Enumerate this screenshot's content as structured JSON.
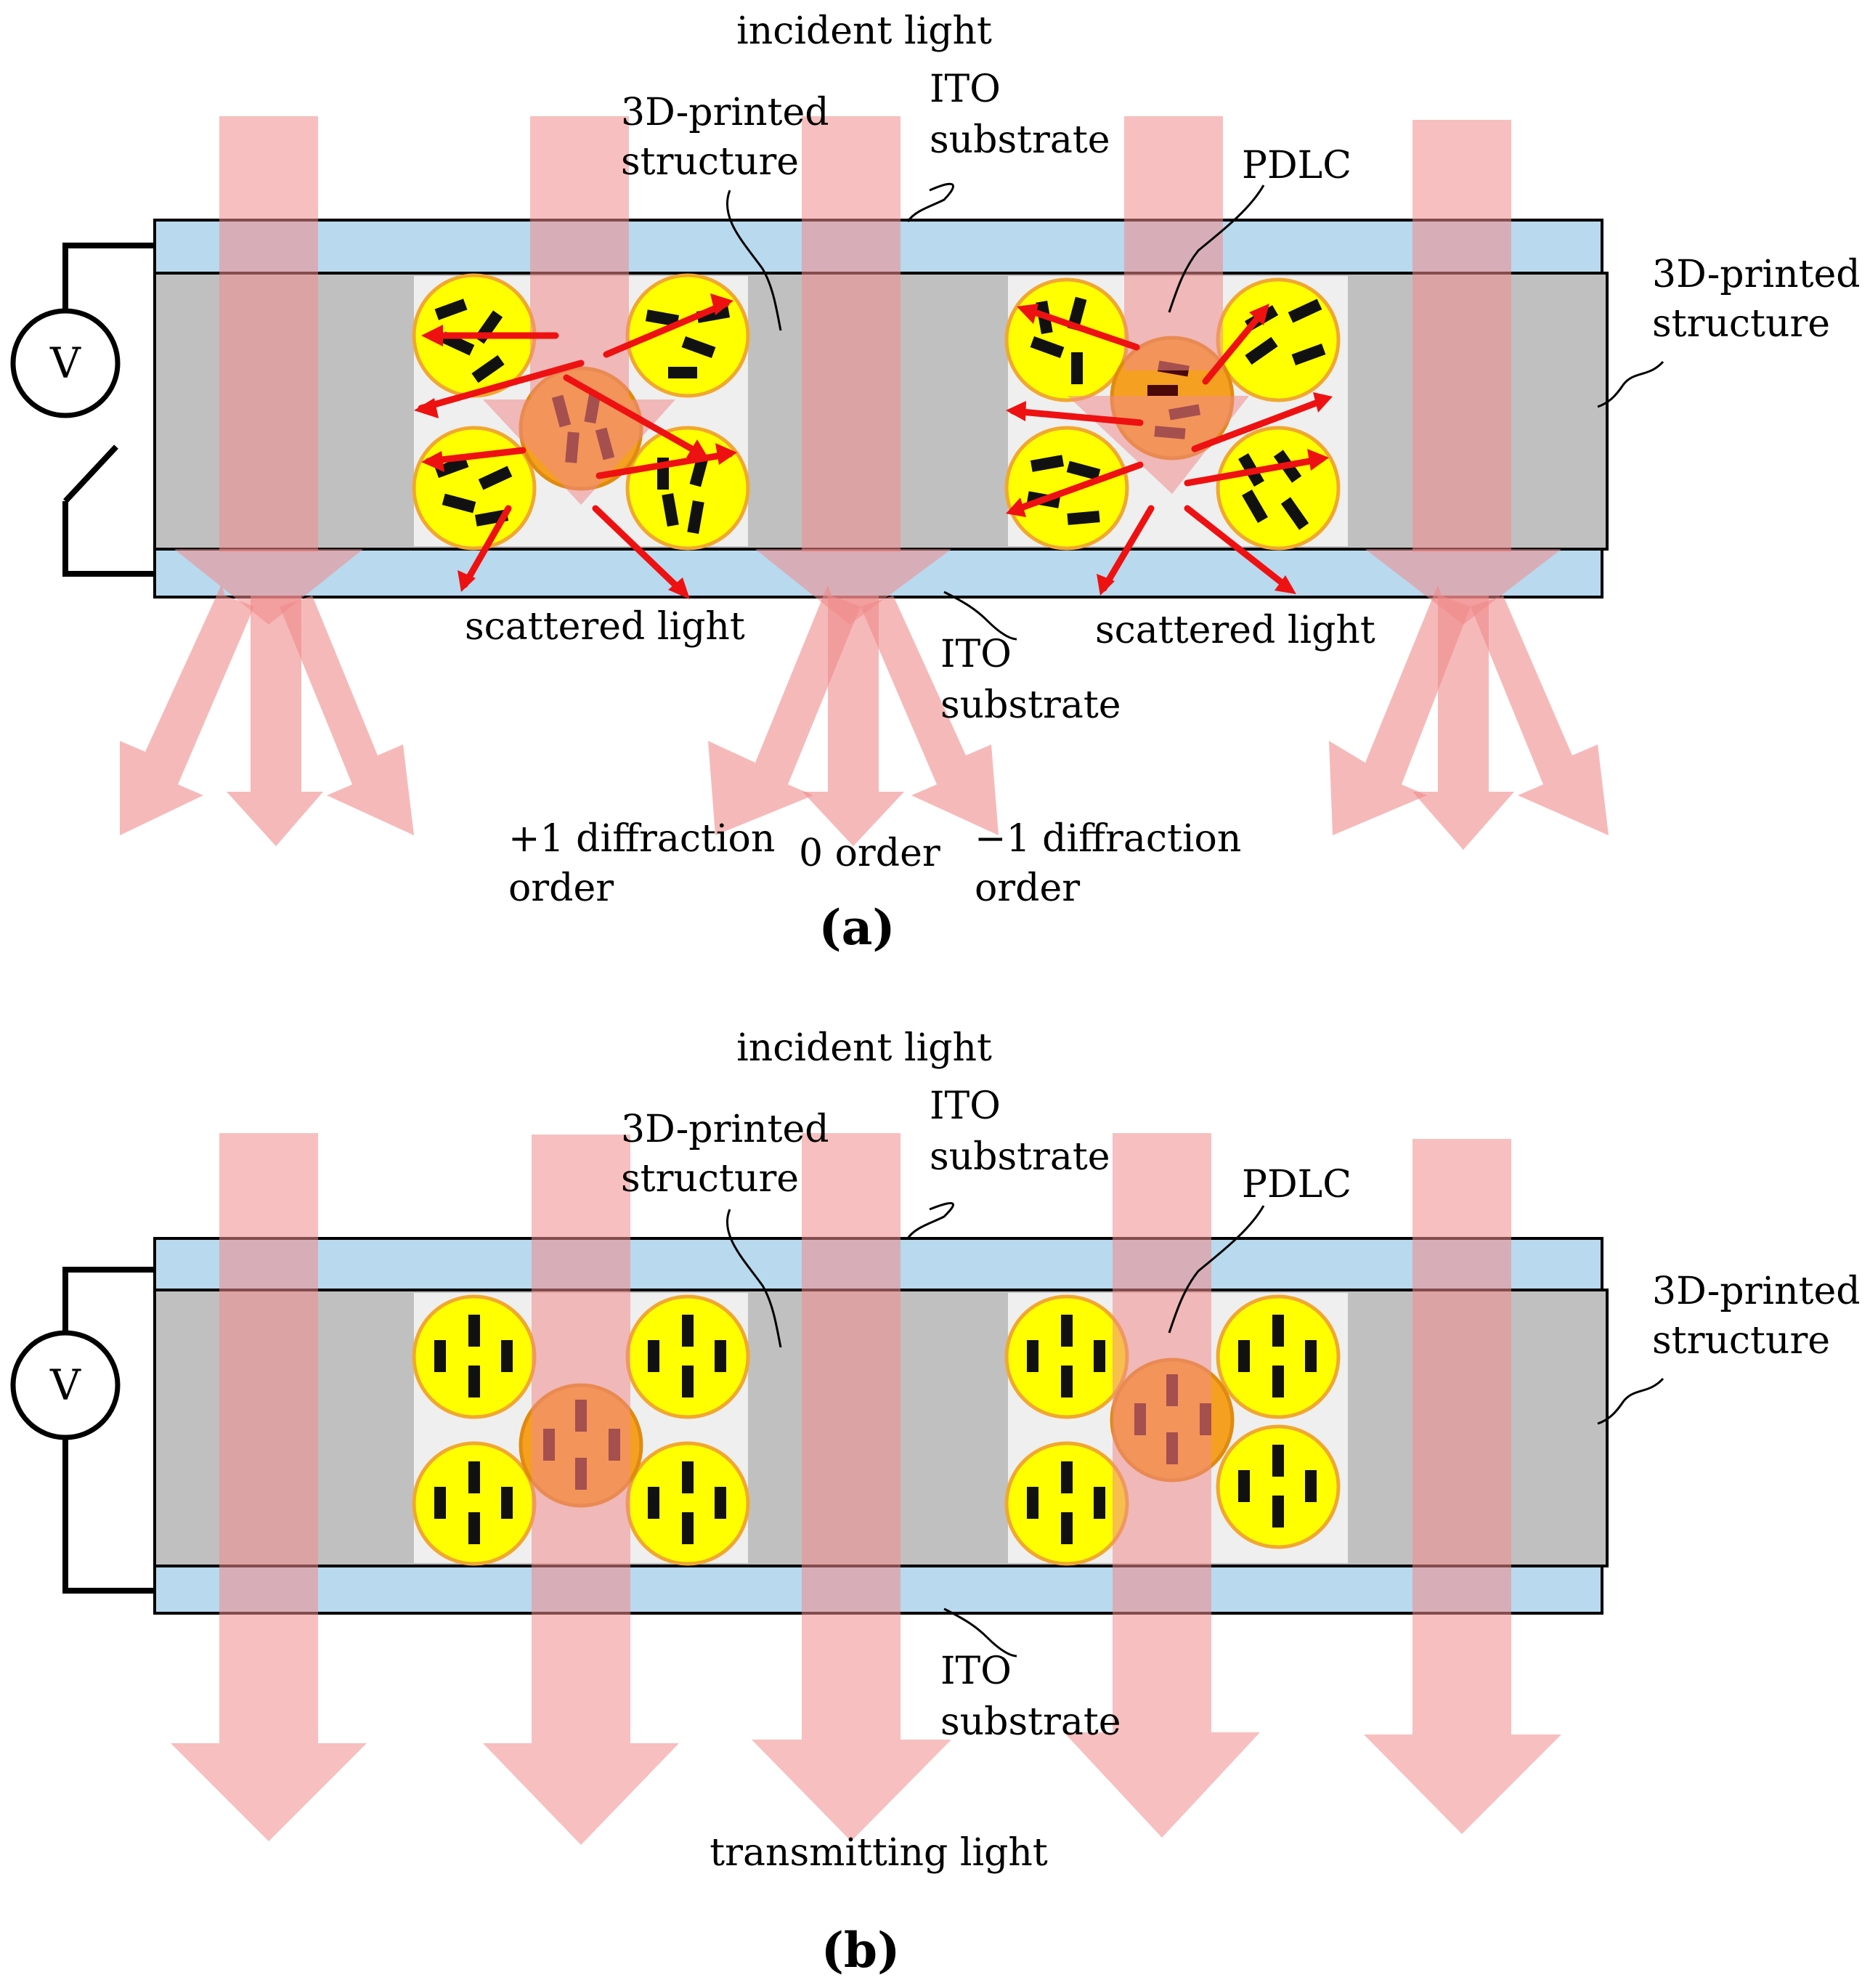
{
  "colors": {
    "beam": "#f08b8b",
    "ito": "#b8d9ee",
    "structure": "#c0c0c0",
    "pdlc_bg": "#efefef",
    "droplet_yellow": "#ffff00",
    "droplet_orange": "#f5a020",
    "scatter_arrow": "#ee1111"
  },
  "icons": {
    "voltage_source": "circle-V-icon",
    "switch": "switch-icon"
  },
  "panel_a": {
    "label": "(a)",
    "incident_light": "incident light",
    "structure_label_1": "3D-printed",
    "structure_label_2": "structure",
    "ito_top_1": "ITO",
    "ito_top_2": "substrate",
    "pdlc": "PDLC",
    "structure_right_1": "3D-printed",
    "structure_right_2": "structure",
    "voltage": "V",
    "scattered_left": "scattered light",
    "scattered_right": "scattered light",
    "ito_bottom_1": "ITO",
    "ito_bottom_2": "substrate",
    "plus_one_1": "+1 diffraction",
    "plus_one_2": "order",
    "zero_order": "0 order",
    "minus_one_1": "−1 diffraction",
    "minus_one_2": "order",
    "switch_state": "open"
  },
  "panel_b": {
    "label": "(b)",
    "incident_light": "incident light",
    "structure_label_1": "3D-printed",
    "structure_label_2": "structure",
    "ito_top_1": "ITO",
    "ito_top_2": "substrate",
    "pdlc": "PDLC",
    "structure_right_1": "3D-printed",
    "structure_right_2": "structure",
    "voltage": "V",
    "ito_bottom_1": "ITO",
    "ito_bottom_2": "substrate",
    "transmitting_light": "transmitting light",
    "switch_state": "closed"
  }
}
